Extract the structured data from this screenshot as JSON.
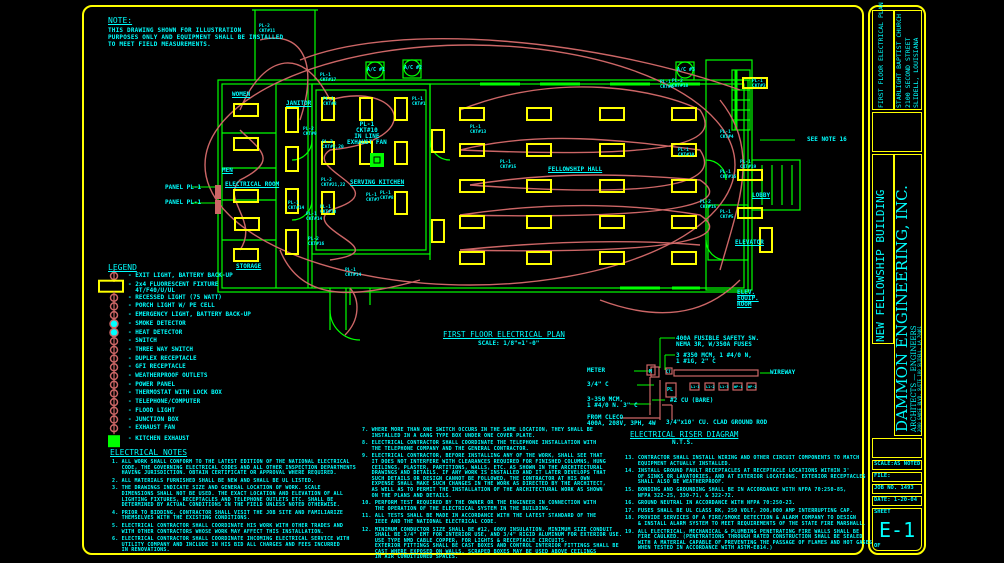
{
  "note": {
    "title": "NOTE:",
    "body": "THIS DRAWING SHOWN FOR ILLUSTRATION\nPURPOSES ONLY AND EQUIPMENT SHALL BE INSTALLED\nTO MEET FIELD MEASUREMENTS."
  },
  "legend": {
    "title": "LEGEND",
    "items": [
      {
        "icon": "exit-light-icon",
        "label": "- EXIT LIGHT, BATTERY BACK-UP"
      },
      {
        "icon": "fluorescent-fixture-icon",
        "label": "- 2x4 FLUORESCENT FIXTURE\n  4T/F40/U/UL"
      },
      {
        "icon": "recessed-light-icon",
        "label": "- RECESSED LIGHT (75 WATT)"
      },
      {
        "icon": "porch-light-icon",
        "label": "- PORCH LIGHT W/ PE CELL"
      },
      {
        "icon": "emergency-light-icon",
        "label": "- EMERGENCY LIGHT, BATTERY BACK-UP"
      },
      {
        "icon": "smoke-detector-icon",
        "label": "- SMOKE DETECTOR"
      },
      {
        "icon": "heat-detector-icon",
        "label": "- HEAT DETECTOR"
      },
      {
        "icon": "switch-icon",
        "label": "- SWITCH"
      },
      {
        "icon": "three-way-switch-icon",
        "label": "- THREE WAY SWITCH"
      },
      {
        "icon": "duplex-receptacle-icon",
        "label": "- DUPLEX RECEPTACLE"
      },
      {
        "icon": "gfi-receptacle-icon",
        "label": "- GFI RECEPTACLE"
      },
      {
        "icon": "weatherproof-outlet-icon",
        "label": "- WEATHERPROOF OUTLETS"
      },
      {
        "icon": "power-panel-icon",
        "label": "- POWER PANEL"
      },
      {
        "icon": "thermostat-icon",
        "label": "- THERMOSTAT WITH LOCK BOX"
      },
      {
        "icon": "telephone-computer-icon",
        "label": "- TELEPHONE/COMPUTER"
      },
      {
        "icon": "flood-light-icon",
        "label": "- FLOOD LIGHT"
      },
      {
        "icon": "junction-box-icon",
        "label": "- JUNCTION BOX"
      },
      {
        "icon": "exhaust-fan-icon",
        "label": "- EXHAUST FAN"
      },
      {
        "icon": "kitchen-exhaust-icon",
        "label": "- KITCHEN EXHAUST"
      }
    ]
  },
  "electrical_notes": {
    "title": "ELECTRICAL NOTES",
    "col1": [
      "1. ALL WORK SHALL CONFORM TO THE LATEST EDITION OF THE NATIONAL ELECTRICAL\n   CODE, THE GOVERNING ELECTRICAL CODES AND ALL OTHER INSPECTION DEPARTMENTS\n   HAVING JURISDICTION. OBTAIN CERTIFICATE OR APPROVAL WHERE REQUIRED.",
      "2. ALL MATERIALS FURNISHED SHALL BE NEW AND SHALL BE UL LISTED.",
      "3. THE DRAWINGS INDICATE SIZE AND GENERAL LOCATION OF WORK. SCALE\n   DIMENSIONS SHALL NOT BE USED. THE EXACT LOCATION AND ELEVATION OF ALL\n   LIGHTING FIXTURES, RECEPTACLES AND TELEPHONE OUTLETS ETC. SHALL BE\n   DETERMINED BY ACTUAL CONDITIONS IN THE FIELD UNLESS NOTED OTHERWISE.",
      "4. PRIOR TO BIDDING, CONTRACTOR SHALL VISIT THE JOB SITE AND FAMILIARIZE\n   THEMSELVES WITH THE EXISTING CONDITIONS.",
      "5. ELECTRICAL CONTRACTOR SHALL COORDINATE HIS WORK WITH OTHER TRADES AND\n   WITH OTHER CONTRACTORS WHOSE WORK MAY AFFECT THIS INSTALLATION.",
      "6. ELECTRICAL CONTRACTOR SHALL COORDINATE INCOMING ELECTRICAL SERVICE WITH\n   UTILITY COMPANY AND INCLUDE IN HIS BID ALL CHARGES AND FEES INCURRED\n   IN RENOVATIONS."
    ],
    "col2": [
      "7. WHERE MORE THAN ONE SWITCH OCCURS IN THE SAME LOCATION, THEY SHALL BE\n   INSTALLED IN A GANG TYPE BOX UNDER ONE COVER PLATE.",
      "8. ELECTRICAL CONTRACTOR SHALL COORDINATE THE TELEPHONE INSTALLATION WITH\n   THE TELEPHONE COMPANY AND THE GENERAL CONTRACTOR.",
      "9. ELECTRICAL CONTRACTOR, BEFORE INSTALLING ANY OF THE WORK, SHALL SEE THAT\n   IT DOES NOT INTERFERE WITH CLEARANCES REQUIRED FOR FINISHED COLUMNS, HUNG\n   CEILINGS, PLASTER, PARTITIONS, WALLS, ETC. AS SHOWN IN THE ARCHITECTURAL\n   DRAWINGS AND DETAILS. IF ANY WORK IS INSTALLED AND IT LATER DEVELOPS THAT\n   SUCH DETAILS OR DESIGN CANNOT BE FOLLOWED, THE CONTRACTOR AT HIS OWN\n   EXPENSE SHALL MAKE SUCH CHANGES IN THE WORK AS DIRECTED BY THE ARCHITECT,\n   AS WELL AS TO PERMIT THE INSTALLATION OF THE ARCHITECTURAL WORK AS SHOWN\n   ON THE PLANS AND DETAILS.",
      "10. PERFORM TEST REQUIRED BY THE OWNER OR THE ENGINEER IN CONNECTION WITH\n    THE OPERATION OF THE ELECTRICAL SYSTEM IN THE BUILDING.",
      "11. ALL TESTS SHALL BE MADE IN ACCORDANCE WITH THE LATEST STANDARD OF THE\n    IEEE AND THE NATIONAL ELECTRICAL CODE.",
      "12. MINIMUM CONDUCTOR SIZE SHALL BE #12, 600V INSULATION. MINIMUM SIZE CONDUIT\n    SHALL BE 3/4\" EMT FOR INTERIOR USE, AND 3/4\" RIGID ALUMINUM FOR EXTERIOR USE.\n    USE TYPE NMD CABLE COPPER, FOR LIGHTS & RECEPTACLE CIRCUITS.\n    EXTERIOR FITTINGS SHALL BE CAST BOXES AND CONTROL INTERIOR FITTINGS SHALL BE\n    CAST WHERE EXPOSED ON WALLS. SCRAPED BOXES MAY BE USED ABOVE CEILINGS\n    IN AIR CONDITIONED SPACES."
    ],
    "col3": [
      "13. CONTRACTOR SHALL INSTALL WIRING AND OTHER CIRCUIT COMPONENTS TO MATCH\n    EQUIPMENT ACTUALLY INSTALLED.",
      "14. INSTALL GROUND FAULT RECEPTACLES AT RECEPTACLE LOCATIONS WITHIN 3'\n    OF SINKS OR LAVATORIES, AND AT EXTERIOR LOCATIONS. EXTERIOR RECEPTACLES\n    SHALL ALSO BE WEATHERPROOF.",
      "15. BONDING AND GROUNDING SHALL BE IN ACCORDANCE WITH NFPA 70:250-85,\n    NFPA 322-25, 330-71, & 322-72.",
      "16. GROUND NEUTRAL IN ACCORDANCE WITH NFPA 70:250-23.",
      "17. FUSES SHALL BE UL CLASS RK, 250 VOLT, 200,000 AMP INTERRUPTING CAP.",
      "18. PROVIDE SERVICES OF A FIRE/SMOKE DETECTION & ALARM COMPANY TO DESIGN\n    & INSTALL ALARM SYSTEM TO MEET REQUIREMENTS OF THE STATE FIRE MARSHALL.",
      "19. ALL ELECTRICAL, MECHANICAL & PLUMBING PENETRATING FIRE WALLS SHALL BE\n    FIRE CAULKED. (PENETRATIONS THROUGH RATED CONSTRUCTION SHALL BE SEALED\n    WITH A MATERIAL CAPABLE OF PREVENTING THE PASSAGE OF FLAMES AND HOT GASES\n    WHEN TESTED IN ACCORDANCE WITH ASTM-E814.)"
    ]
  },
  "plan": {
    "title": "FIRST FLOOR ELECTRICAL PLAN",
    "scale": "SCALE: 1/8\"=1'-0\"",
    "rooms": {
      "women": "WOMEN",
      "men": "MEN",
      "electrical_room": "ELECTRICAL ROOM",
      "janitor": "JANITOR",
      "serving_kitchen": "SERVING KITCHEN",
      "fellowship_hall": "FELLOWSHIP HALL",
      "storage": "STORAGE",
      "elevator": "ELEVATOR",
      "elev_equip_room": "ELEV.\nEQUIP.\nROOM",
      "lobby": "LOBBY"
    },
    "panel_labels": [
      "PANEL PL-1",
      "PANEL PL-1"
    ],
    "see_note": "SEE NOTE 16",
    "circuit_tags": [
      "PL-2\nCKT#11",
      "PL-1\nCKT#17",
      "PL-1\nCKT#8",
      "PL-2\nCKT#9",
      "PL-1\nCKT#10",
      "PL-2\nCKT#2,20",
      "PL-1\nCKT#14",
      "PL-2\nCKT#21,22",
      "PL-1\nCKT#14",
      "PL-1\nCKT#8",
      "PL-1\nCKT#7",
      "PL-2\nCKT#18",
      "PL-1\nCKT#10",
      "PL-2\nCKT#16",
      "PL-1\nCKT#1",
      "PL-1\nCKT#13",
      "PL-1\nCKT#15",
      "PL-1\nCKT#4",
      "PL-1\nCKT#16",
      "PL-2\nCKT#15",
      "PL-1\nCKT#5",
      "PL-1\nCKT#6",
      "PL-1\nCKT#14",
      "PL-1\nCKT#19",
      "PL-1\nCKT#3"
    ],
    "ac_units": [
      "A/C #1",
      "A/C #2",
      "A/C #3"
    ],
    "kitchen_exhaust_tag": "PL-1\nCKT#10\nIN LINE\nEXHAUST FAN"
  },
  "riser": {
    "title": "ELECTRICAL RISER DIAGRAM",
    "scale": "N.T.S.",
    "labels": {
      "meter": "METER",
      "conduit": "3/4\" C",
      "wire": "3-350 MCM,\n1 #4/0 N. 3\" C",
      "from_cleco": "FROM CLECO\n400A, 208V, 3PH, 4W",
      "safety_sw": "400A FUSIBLE SAFETY SW.\nNEMA 3R, W/350A FUSES",
      "feeder": "3 #350 MCM, 1 #4/0 N,\n1 #1G, 2\" C",
      "ground_wire": "#2 CU (BARE)",
      "ground_rod": "3/4\"x10' CU. CLAD GROUND ROD",
      "wireway": "WIREWAY",
      "meter_box": "M",
      "ct_box": "CT",
      "pl_box": "PL",
      "breakers": [
        "L1-1",
        "L1-2",
        "L1-3",
        "WP-1",
        "WP-2"
      ]
    }
  },
  "title_block": {
    "sheet_title": "FIRST FLOOR ELECTRICAL PLAN",
    "client_line1": "STARLIGHT BAPTIST CHURCH",
    "client_line2": "2100 SECOND STREET",
    "client_line3": "SLIDELL, LOUISIANA",
    "project": "NEW FELLOWSHIP BUILDING",
    "firm_name": "DAMMON ENGINEERING, INC.",
    "firm_sub": "ARCHITECTS — ENGINEERS",
    "firm_addr": "2000 GAUSE BLVD. SUITE 100 SLIDELL, LA 70461",
    "scale": "SCALE:AS NOTED",
    "file": "FILE:",
    "job_no": "JOB NO. 1493",
    "date": "DATE: 1-20-04",
    "sheet_label": "SHEET",
    "sheet_no": "E-1",
    "of_label": "OF"
  },
  "colors": {
    "background": "#000000",
    "border": "#ffff00",
    "text": "#00ffff",
    "walls": "#00ff00",
    "wiring": "#cc6666",
    "fixtures": "#ffff00"
  }
}
